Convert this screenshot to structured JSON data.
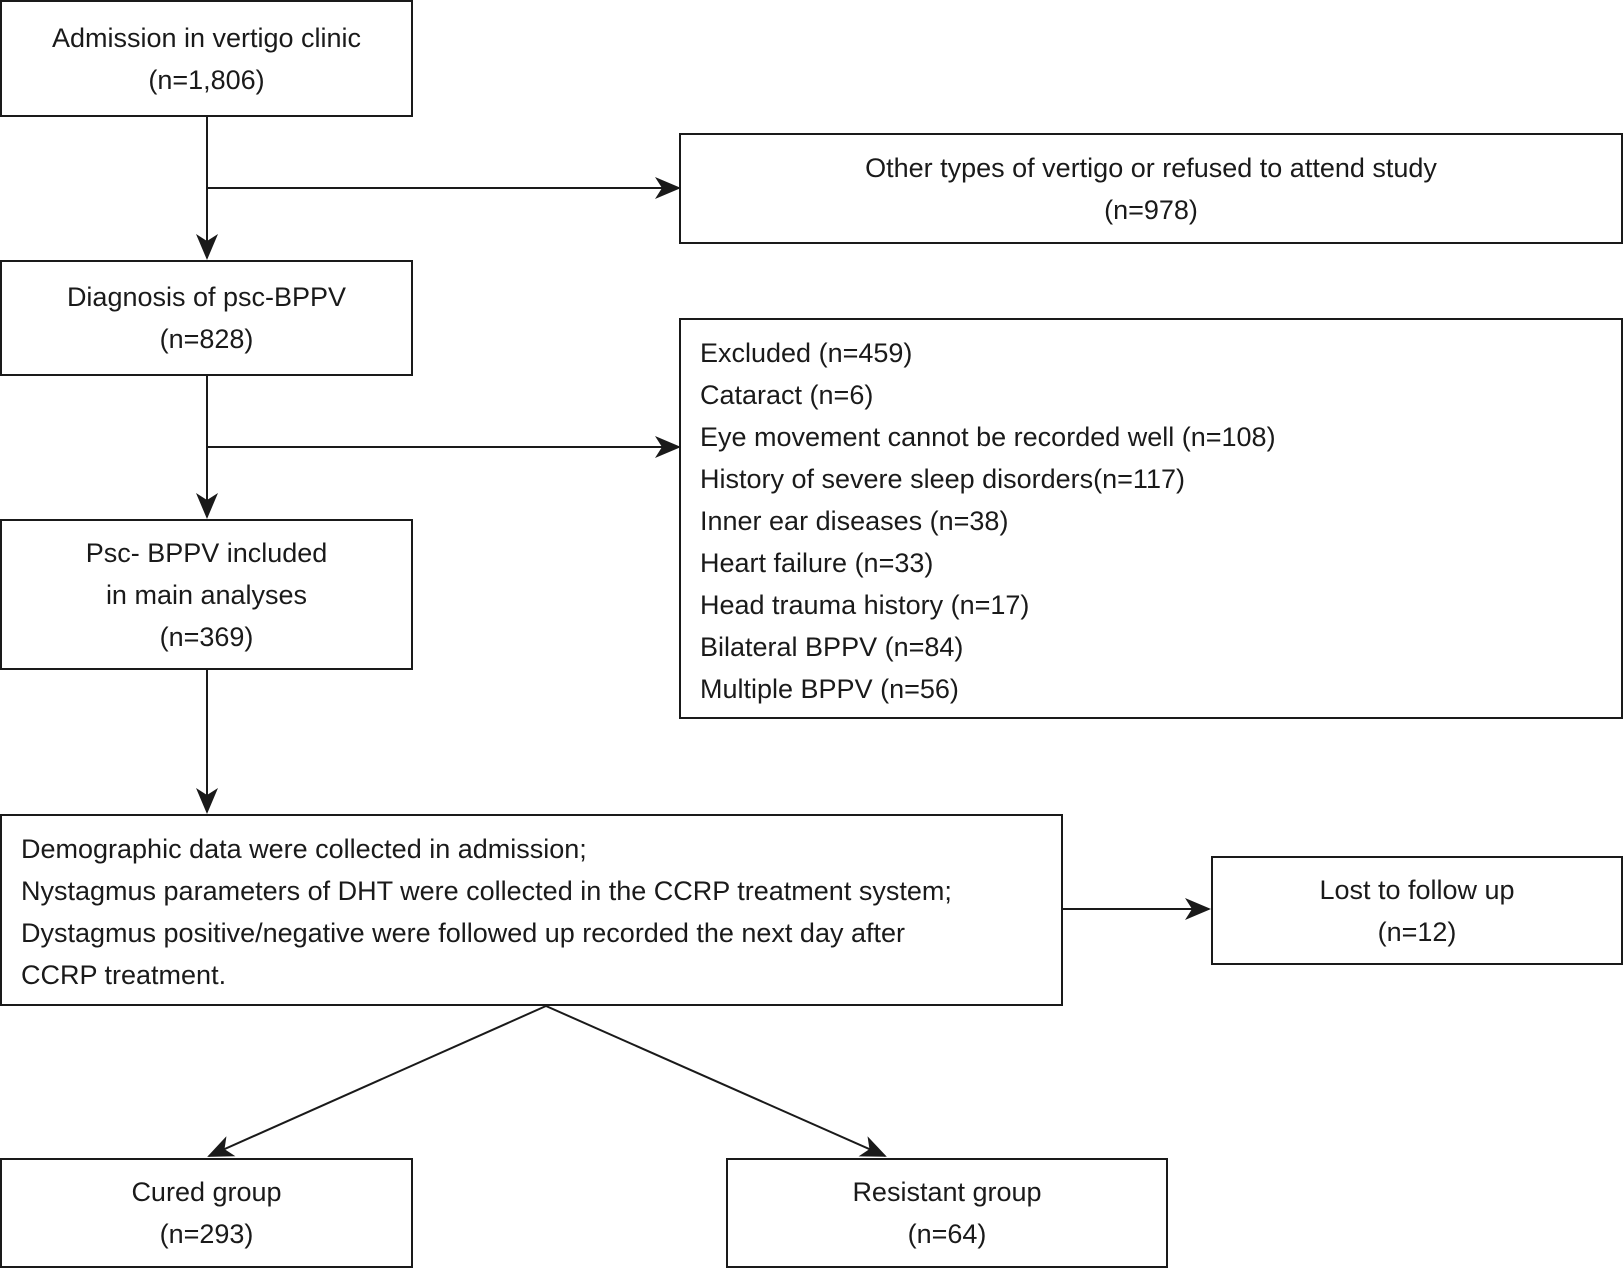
{
  "boxes": {
    "admission": {
      "lines": [
        "Admission in vertigo clinic",
        "(n=1,806)"
      ]
    },
    "other": {
      "lines": [
        "Other types of vertigo or refused to attend study",
        "(n=978)"
      ]
    },
    "diagnosis": {
      "lines": [
        "Diagnosis of psc-BPPV",
        "(n=828)"
      ]
    },
    "excluded": {
      "lines": [
        "Excluded (n=459)",
        "Cataract (n=6)",
        "Eye movement cannot be recorded well (n=108)",
        "History of severe sleep disorders(n=117)",
        "Inner ear diseases (n=38)",
        "Heart failure (n=33)",
        "Head trauma history (n=17)",
        "Bilateral BPPV (n=84)",
        "Multiple BPPV (n=56)"
      ]
    },
    "included": {
      "lines": [
        "Psc- BPPV included",
        "in main analyses",
        "(n=369)"
      ]
    },
    "demographic": {
      "lines": [
        "Demographic data were collected in admission;",
        "Nystagmus parameters of DHT were collected in the CCRP treatment system;",
        "Dystagmus positive/negative were followed up recorded the next day after",
        "CCRP treatment."
      ]
    },
    "lost": {
      "lines": [
        "Lost to follow up",
        "(n=12)"
      ]
    },
    "cured": {
      "lines": [
        "Cured group",
        "(n=293)"
      ]
    },
    "resistant": {
      "lines": [
        "Resistant group",
        "(n=64)"
      ]
    }
  },
  "colors": {
    "line": "#1a1a1a",
    "background": "#ffffff"
  }
}
